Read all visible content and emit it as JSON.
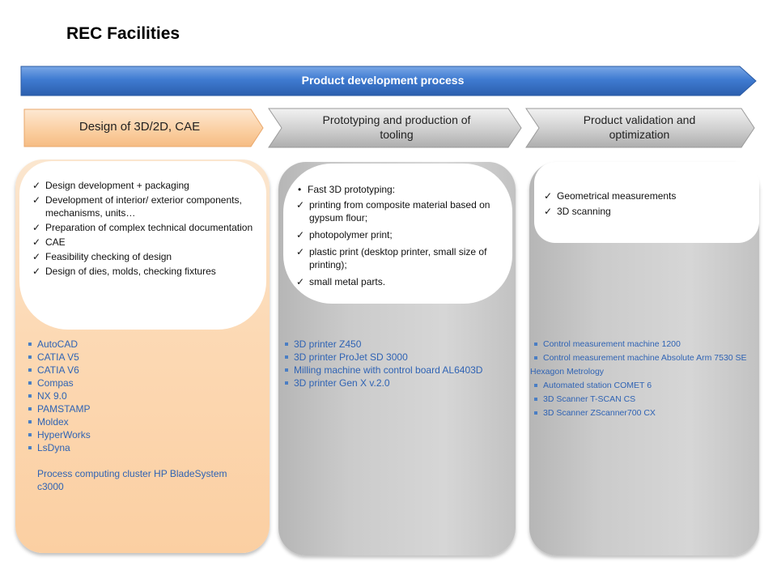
{
  "title": "REC Facilities",
  "main_arrow": {
    "label": "Product development process",
    "color": "#3f7bd1"
  },
  "stages": [
    {
      "label": "Design of 3D/2D, CAE",
      "color": "#fbd2a7"
    },
    {
      "label_line1": "Prototyping and production of",
      "label_line2": "tooling",
      "color": "#cfcfcf"
    },
    {
      "label_line1": "Product validation and",
      "label_line2": "optimization",
      "color": "#cfcfcf"
    }
  ],
  "design": {
    "items": [
      "Design development + packaging",
      "Development of interior/ exterior components, mechanisms, units…",
      "Preparation of complex technical documentation",
      "CAE",
      "Feasibility checking of design",
      "Design of dies, molds, checking fixtures"
    ],
    "tools": [
      "AutoCAD",
      "CATIA  V5",
      "CATIA  V6",
      "Compas",
      "NX 9.0",
      "PAMSTAMP",
      "Moldex",
      "HyperWorks",
      "LsDyna"
    ],
    "cluster": "Process computing cluster HP BladeSystem c3000"
  },
  "prototyping": {
    "lead": "Fast 3D prototyping:",
    "items": [
      "printing from composite material based on gypsum flour;",
      "photopolymer print;",
      "plastic print (desktop printer, small size of printing);",
      "small metal parts."
    ],
    "tools": [
      "3D printer Z450",
      "3D printer  ProJet SD 3000",
      "Milling machine with control board AL6403D",
      "3D printer Gen X v.2.0"
    ]
  },
  "validation": {
    "items": [
      "Geometrical measurements",
      "3D scanning"
    ],
    "tools": [
      "Control measurement machine 1200",
      "Control measurement machine Absolute Arm 7530 SE Hexagon Metrology",
      "Automated station COMET 6",
      "3D Scanner T-SCAN CS",
      "3D Scanner ZScanner700 CX"
    ]
  }
}
